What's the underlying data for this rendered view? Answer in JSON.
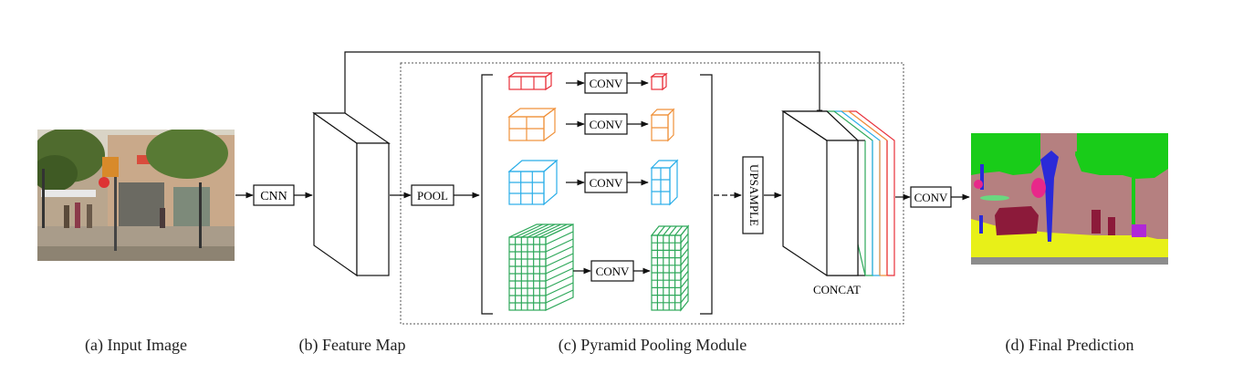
{
  "labels": {
    "cnn": "CNN",
    "pool": "POOL",
    "conv": "CONV",
    "upsample": "UPSAMPLE",
    "concat": "CONCAT"
  },
  "captions": {
    "input_image": "(a) Input Image",
    "feature_map": "(b) Feature Map",
    "pyramid_pooling_module": "(c) Pyramid Pooling Module",
    "final_prediction": "(d) Final Prediction"
  },
  "colors": {
    "red": "#e8303a",
    "orange": "#f0913a",
    "blue": "#2aaee8",
    "green": "#2ea85a",
    "line": "#111111",
    "dotted": "#555555"
  }
}
